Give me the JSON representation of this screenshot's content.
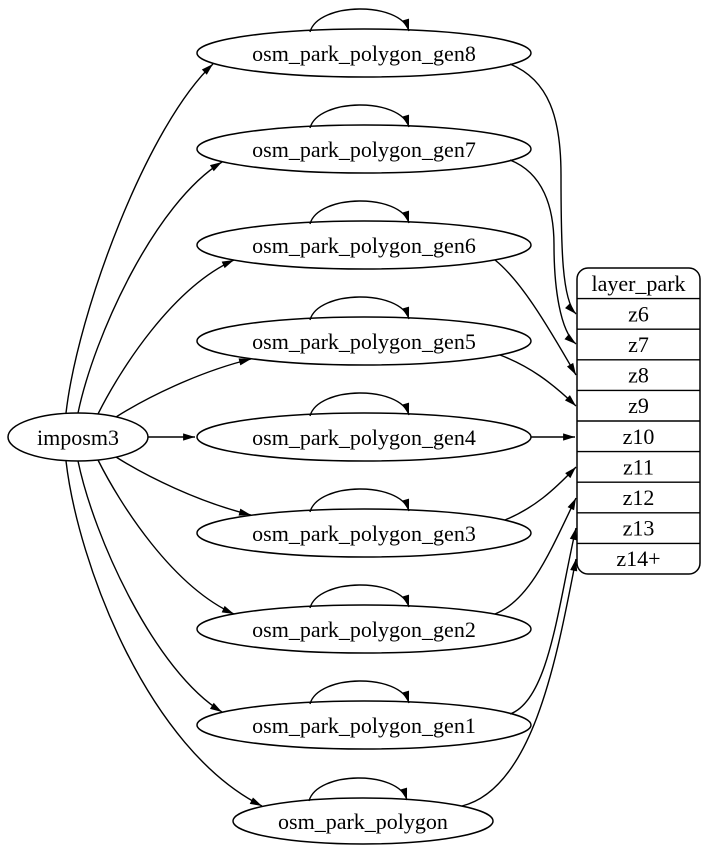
{
  "diagram": {
    "kind": "dependency-graph",
    "source": {
      "label": "imposm3"
    },
    "tables": [
      {
        "label": "osm_park_polygon_gen8",
        "feeds_zoom": "z6"
      },
      {
        "label": "osm_park_polygon_gen7",
        "feeds_zoom": "z7"
      },
      {
        "label": "osm_park_polygon_gen6",
        "feeds_zoom": "z8"
      },
      {
        "label": "osm_park_polygon_gen5",
        "feeds_zoom": "z9"
      },
      {
        "label": "osm_park_polygon_gen4",
        "feeds_zoom": "z10"
      },
      {
        "label": "osm_park_polygon_gen3",
        "feeds_zoom": "z11"
      },
      {
        "label": "osm_park_polygon_gen2",
        "feeds_zoom": "z12"
      },
      {
        "label": "osm_park_polygon_gen1",
        "feeds_zoom": "z13"
      },
      {
        "label": "osm_park_polygon",
        "feeds_zoom": "z14+"
      }
    ],
    "layer": {
      "title": "layer_park",
      "zoom_rows": [
        "z6",
        "z7",
        "z8",
        "z9",
        "z10",
        "z11",
        "z12",
        "z13",
        "z14+"
      ]
    },
    "colors": {
      "layer_fill": "#ffb6c1",
      "node_fill": "#ffffff",
      "stroke": "#000000",
      "background": "#ffffff"
    }
  }
}
